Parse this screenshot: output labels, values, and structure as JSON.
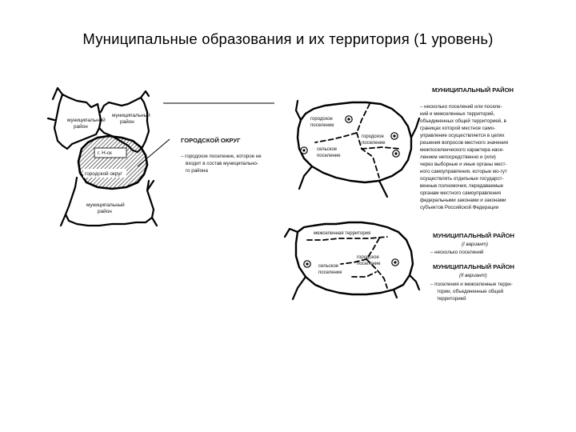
{
  "title": "Муниципальные образования и их территория (1 уровень)",
  "diagram1": {
    "label_mr_left": [
      "муниципальный",
      "район"
    ],
    "label_mr_right": [
      "муниципальный",
      "район"
    ],
    "label_city": "г. Н-ск",
    "label_go": "городской округ",
    "label_mr_bottom": [
      "муниципальный",
      "район"
    ],
    "heading": "ГОРОДСКОЙ ОКРУГ",
    "text": [
      "– городское поселение, которое не",
      "входит в состав муниципально-",
      "го района"
    ]
  },
  "diagram2": {
    "label_gp": [
      "городское",
      "поселение"
    ],
    "label_gp2": [
      "городское",
      "поселение"
    ],
    "label_sp": [
      "сельское",
      "поселение"
    ],
    "heading": "МУНИЦИПАЛЬНЫЙ РАЙОН",
    "text": [
      "– несколько поселений или поселе-",
      "ний и межселенных территорий,",
      "объединенных общей территорией, в",
      "границах которой местное само-",
      "управление осуществляется в целях",
      "решения вопросов местного значения",
      "межпоселенческого характера насе-",
      "лением непосредственно и (или)",
      "через выборные и иные органы мест-",
      "ного самоуправления, которые мо-гут",
      "осуществлять отдельные государст-",
      "венные полномочия, передаваемые",
      "органам местного самоуправления",
      "федеральными законами и законами",
      "субъектов Российской Федерации"
    ]
  },
  "diagram3": {
    "label_mt": "межселенная территория",
    "label_gp": [
      "городское",
      "поселение"
    ],
    "label_sp": [
      "сельское",
      "поселение"
    ],
    "heading1": "МУНИЦИПАЛЬНЫЙ РАЙОН",
    "variant1": "(I вариант)",
    "text1": "– несколько поселений",
    "heading2": "МУНИЦИПАЛЬНЫЙ РАЙОН",
    "variant2": "(II вариант)",
    "text2": [
      "– поселения и межселенные терри-",
      "тории, объединенные общей",
      "территорией"
    ]
  }
}
